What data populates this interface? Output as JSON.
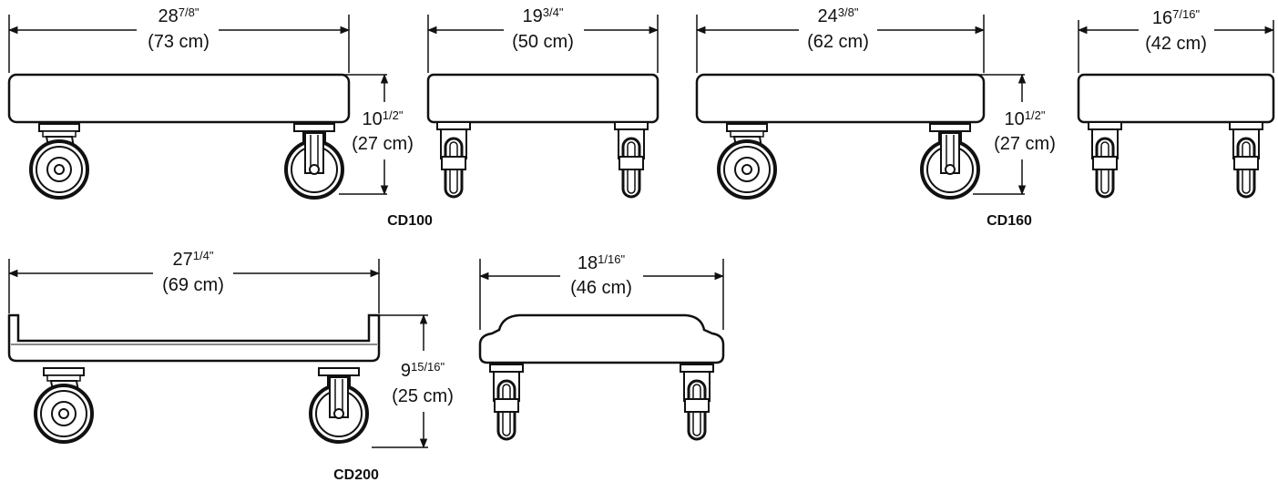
{
  "cd100_side": {
    "width_whole": "28",
    "width_frac": "7/8\"",
    "width_cm": "(73 cm)",
    "height_whole": "10",
    "height_frac": "1/2\"",
    "height_cm": "(27 cm)",
    "model": "CD100"
  },
  "cd100_end": {
    "width_whole": "19",
    "width_frac": "3/4\"",
    "width_cm": "(50 cm)"
  },
  "cd160_side": {
    "width_whole": "24",
    "width_frac": "3/8\"",
    "width_cm": "(62 cm)",
    "height_whole": "10",
    "height_frac": "1/2\"",
    "height_cm": "(27 cm)",
    "model": "CD160"
  },
  "cd160_end": {
    "width_whole": "16",
    "width_frac": "7/16\"",
    "width_cm": "(42 cm)"
  },
  "cd200_side": {
    "width_whole": "27",
    "width_frac": "1/4\"",
    "width_cm": "(69 cm)",
    "height_whole": "9",
    "height_frac": "15/16\"",
    "height_cm": "(25 cm)",
    "model": "CD200"
  },
  "cd200_end": {
    "width_whole": "18",
    "width_frac": "1/16\"",
    "width_cm": "(46 cm)"
  }
}
